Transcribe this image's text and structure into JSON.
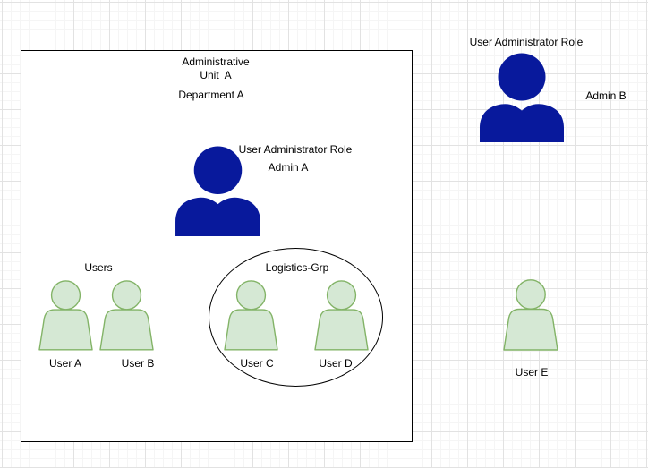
{
  "colors": {
    "admin_icon": "#08199C",
    "user_icon_fill": "#D5E8D4",
    "user_icon_stroke": "#82B366",
    "shape_outline": "#000000",
    "canvas_background": "#FFFFFF",
    "grid_major_line": "#E2E2E2",
    "grid_minor_line": "#F5F5F5",
    "label_text": "#000000"
  },
  "admin_unit": {
    "title": "Administrative\nUnit  A",
    "department": "Department A",
    "admin": {
      "role": "User Administrator Role",
      "name": "Admin A"
    },
    "users_group": {
      "label": "Users",
      "members": [
        "User A",
        "User B"
      ]
    },
    "logistics_group": {
      "label": "Logistics-Grp",
      "members": [
        "User C",
        "User D"
      ]
    }
  },
  "external": {
    "admin": {
      "role": "User Administrator Role",
      "name": "Admin B"
    },
    "user": {
      "name": "User E"
    }
  }
}
